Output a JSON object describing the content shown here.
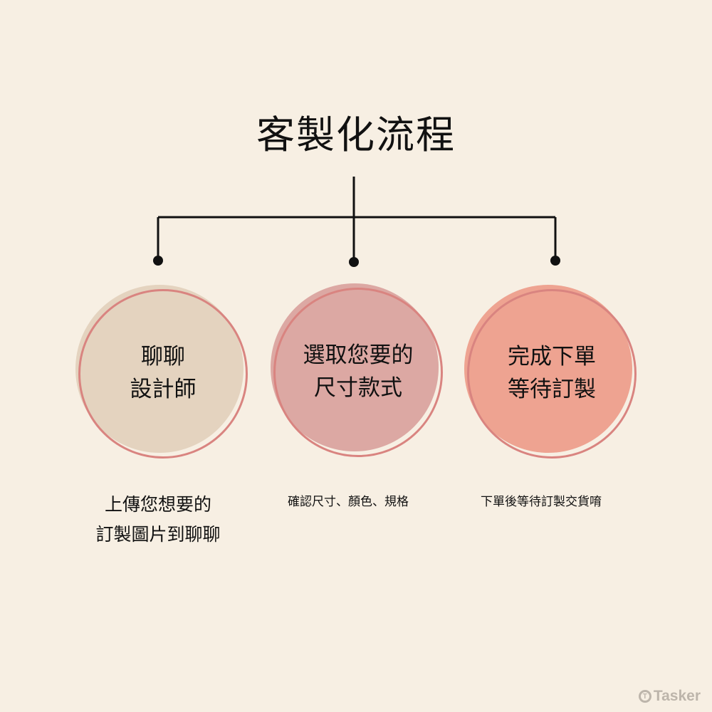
{
  "title": "客製化流程",
  "steps": [
    {
      "lines": [
        "聊聊",
        "設計師"
      ],
      "desc": [
        "上傳您想要的",
        "訂製圖片到聊聊"
      ],
      "color": "#e4d3bf"
    },
    {
      "lines": [
        "選取您要的",
        "尺寸款式"
      ],
      "desc": [
        "確認尺寸、顏色、規格"
      ],
      "color": "#dca8a3"
    },
    {
      "lines": [
        "完成下單",
        "等待訂製"
      ],
      "desc": [
        "下單後等待訂製交貨唷"
      ],
      "color": "#eea391"
    }
  ],
  "colors": {
    "background": "#f7efe3",
    "ring": "#d98480",
    "line": "#111111"
  },
  "logo": {
    "text": "Tasker",
    "icon": "T"
  }
}
